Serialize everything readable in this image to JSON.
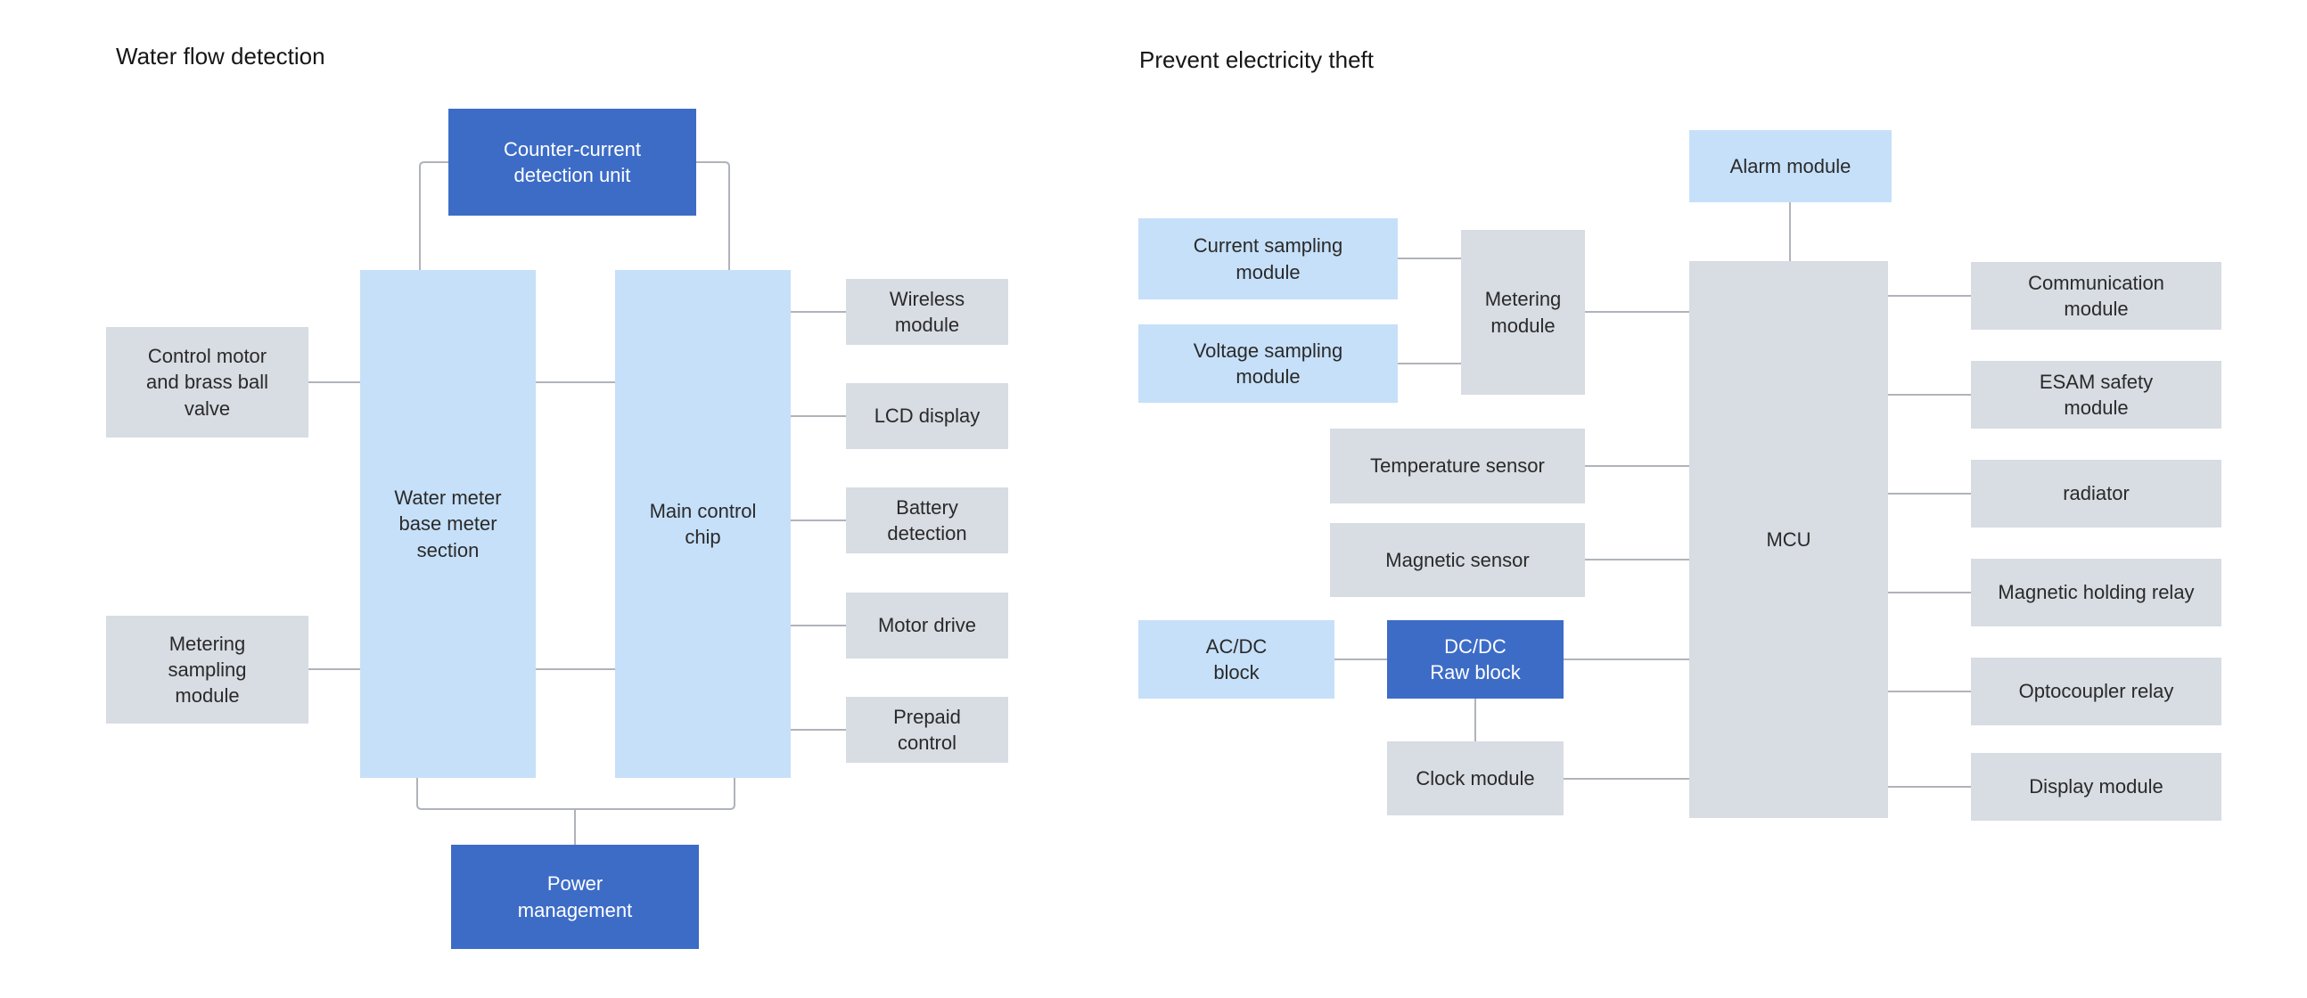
{
  "colors": {
    "dark_blue": "#3d6cc7",
    "light_blue": "#c6e0f9",
    "gray": "#d8dce3",
    "connector": "#b0b3ba",
    "text_dark": "#2a2a2a",
    "text_light": "#ffffff"
  },
  "left": {
    "title": "Water flow detection",
    "nodes": {
      "counter_current": "Counter-current\ndetection unit",
      "control_motor": "Control motor\nand brass ball\nvalve",
      "metering_sampling": "Metering\nsampling\nmodule",
      "water_meter": "Water meter\nbase meter\nsection",
      "main_control": "Main control\nchip",
      "wireless": "Wireless\nmodule",
      "lcd": "LCD display",
      "battery": "Battery\ndetection",
      "motor_drive": "Motor drive",
      "prepaid": "Prepaid\ncontrol",
      "power_management": "Power\nmanagement"
    }
  },
  "right": {
    "title": "Prevent electricity theft",
    "nodes": {
      "alarm": "Alarm module",
      "current_sampling": "Current sampling\nmodule",
      "voltage_sampling": "Voltage sampling\nmodule",
      "metering_module": "Metering\nmodule",
      "temperature_sensor": "Temperature sensor",
      "magnetic_sensor": "Magnetic sensor",
      "acdc_block": "AC/DC\nblock",
      "dcdc_raw_block": "DC/DC\nRaw block",
      "clock_module": "Clock module",
      "mcu": "MCU",
      "communication": "Communication\nmodule",
      "esam": "ESAM safety\nmodule",
      "radiator": "radiator",
      "magnetic_relay": "Magnetic holding relay",
      "optocoupler_relay": "Optocoupler relay",
      "display_module": "Display module"
    }
  }
}
